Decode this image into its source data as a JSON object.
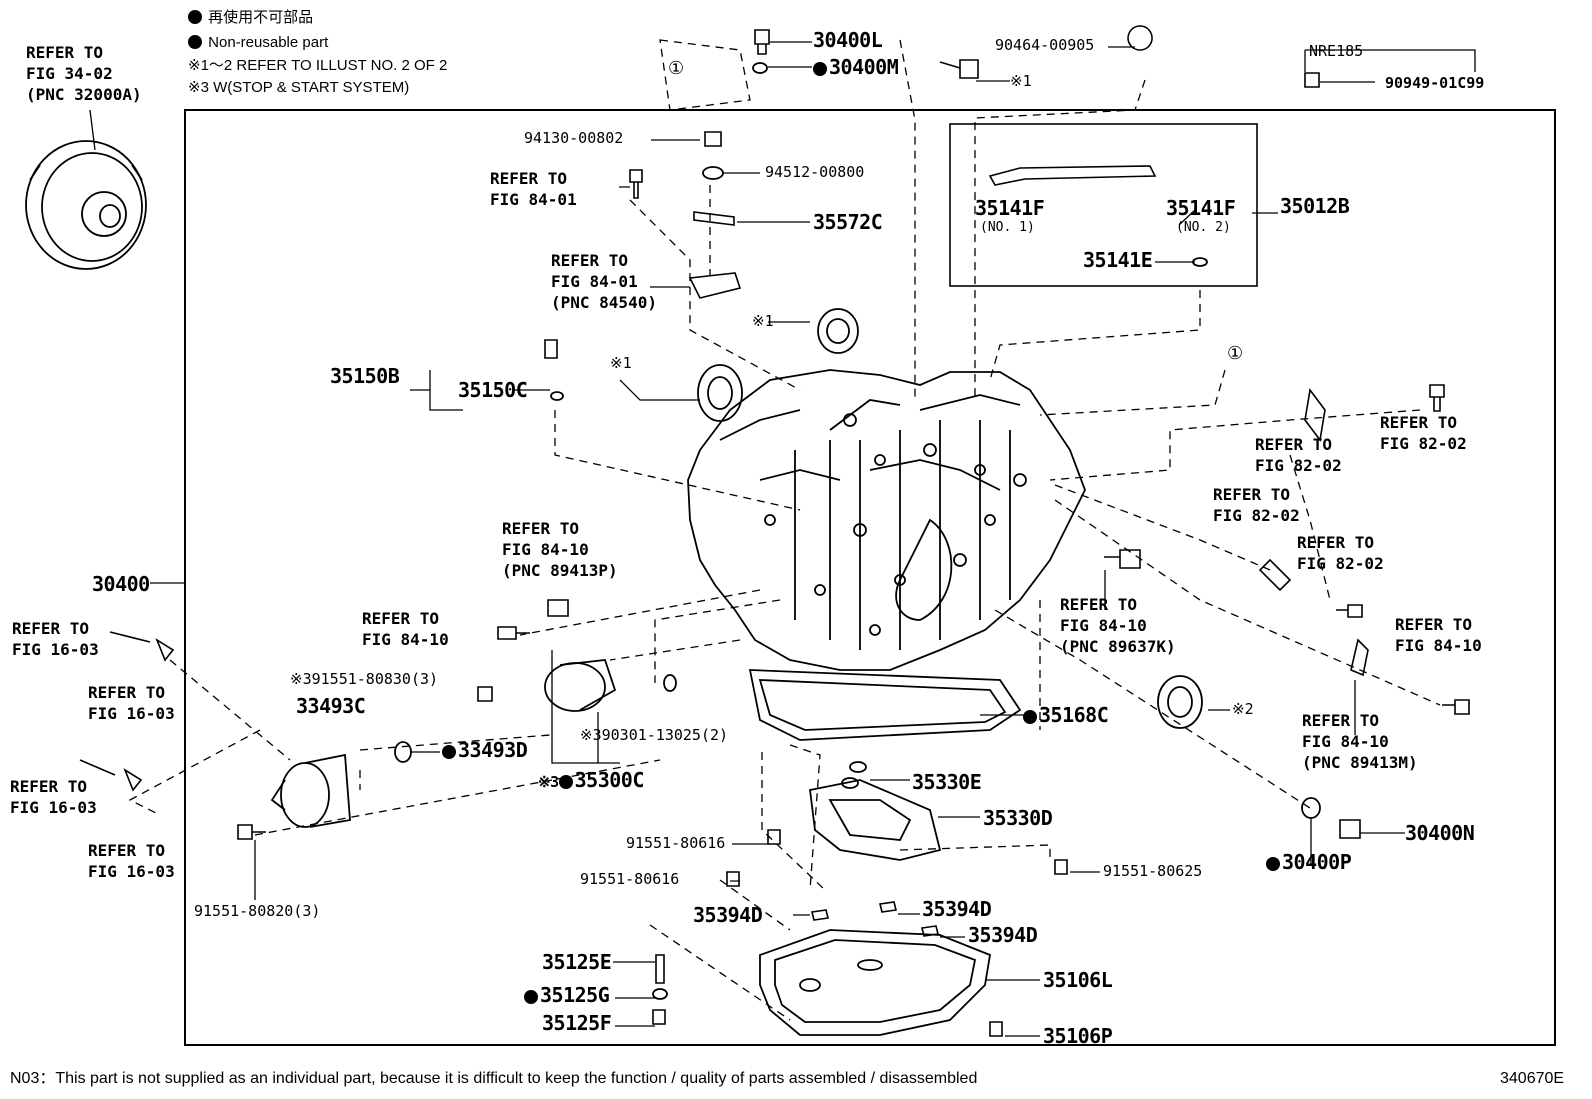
{
  "legend": {
    "jp_label": "再使用不可部品",
    "en_label": "Non-reusable part",
    "note1": "※1～2 REFER TO ILLUST NO. 2 OF 2",
    "note2": "※3 W(STOP & START SYSTEM)"
  },
  "refs": {
    "converter": "REFER TO\nFIG 34-02\n(PNC 32000A)",
    "fig8401_a": "REFER TO\nFIG 84-01",
    "fig8401_b": "REFER TO\nFIG 84-01\n(PNC 84540)",
    "fig8410_p": "REFER TO\nFIG 84-10\n(PNC 89413P)",
    "fig8410_plain": "REFER TO\nFIG 84-10",
    "fig8410_k": "REFER TO\nFIG 84-10\n(PNC 89637K)",
    "fig8410_right": "REFER TO\nFIG 84-10",
    "fig8410_m": "REFER TO\nFIG 84-10\n(PNC 89413M)",
    "fig8202_a": "REFER TO\nFIG 82-02",
    "fig8202_b": "REFER TO\nFIG 82-02",
    "fig8202_c": "REFER TO\nFIG 82-02",
    "fig8202_d": "REFER TO\nFIG 82-02",
    "fig1603_a": "REFER TO\nFIG 16-03",
    "fig1603_b": "REFER TO\nFIG 16-03",
    "fig1603_c": "REFER TO\nFIG 16-03",
    "fig1603_d": "REFER TO\nFIG 16-03"
  },
  "parts": {
    "p30400L": "30400L",
    "p30400M": "30400M",
    "p90464": "90464-00905",
    "x1_top": "※1",
    "nre": "NRE185",
    "p90949": "90949-01C99",
    "p94130": "94130-00802",
    "p94512": "94512-00800",
    "p35572C": "35572C",
    "p35141F_1": "35141F",
    "no1": "(NO. 1)",
    "p35141F_2": "35141F",
    "no2": "(NO. 2)",
    "p35012B": "35012B",
    "p35141E": "35141E",
    "x1_seal": "※1",
    "x1_seal2": "※1",
    "p35150B": "35150B",
    "p35150C": "35150C",
    "p30400": "30400",
    "p391551": "※391551-80830(3)",
    "p33493C": "33493C",
    "p33493D": "33493D",
    "p90301": "※390301-13025(2)",
    "x3": "※3",
    "p35300C": "35300C",
    "p35168C": "35168C",
    "x2": "※2",
    "p35330E": "35330E",
    "p35330D": "35330D",
    "p91551_616a": "91551-80616",
    "p91551_616b": "91551-80616",
    "p91551_625": "91551-80625",
    "p91551_820": "91551-80820(3)",
    "p35394D_a": "35394D",
    "p35394D_b": "35394D",
    "p35394D_c": "35394D",
    "p35125E": "35125E",
    "p35125G": "35125G",
    "p35125F": "35125F",
    "p35106L": "35106L",
    "p35106P": "35106P",
    "p30400N": "30400N",
    "p30400P": "30400P",
    "circle1": "①"
  },
  "footer": {
    "note": "N03：This part is not supplied as an individual part, because it is difficult to keep the function / quality of parts  assembled / disassembled",
    "code": "340670E"
  }
}
